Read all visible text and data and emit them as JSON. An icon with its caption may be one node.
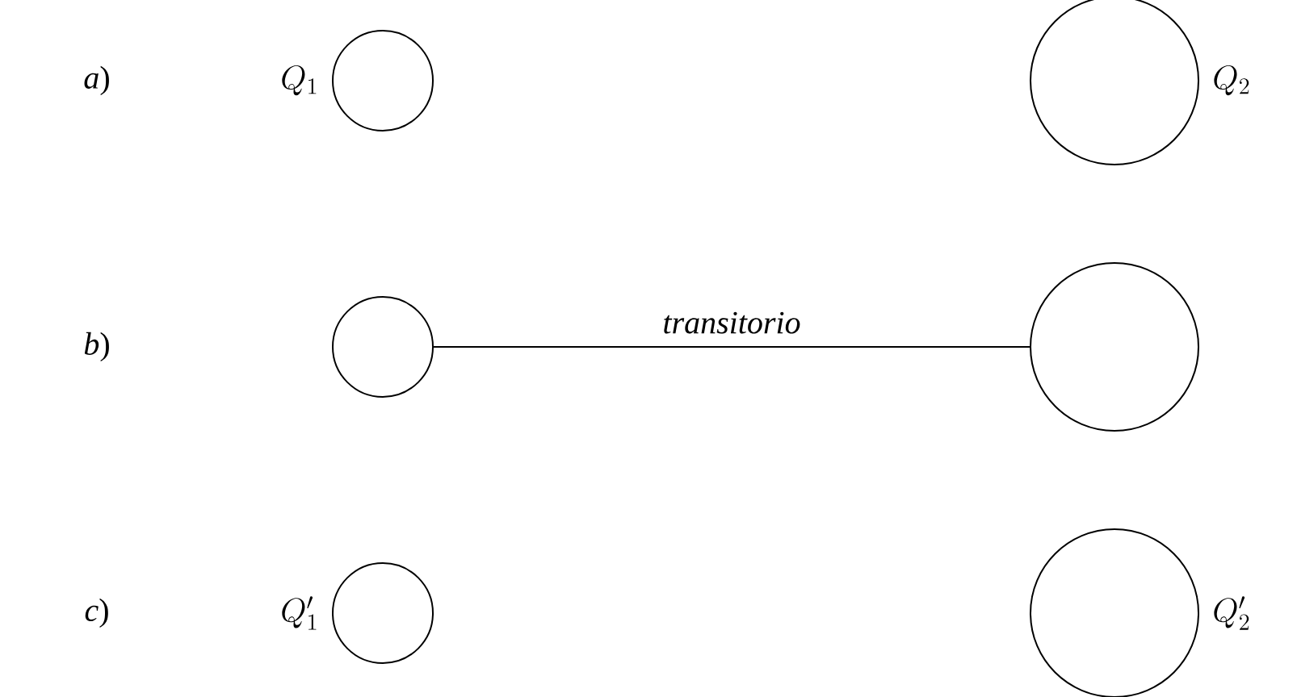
{
  "diagram": {
    "nodes": [
      {
        "text": [],
        "shape": "circle",
        "beside": [
          "Q_1"
        ]
      },
      {
        "text": [],
        "shape": "circle",
        "beside": [
          "Q_2"
        ]
      },
      {
        "text": [],
        "shape": "circle"
      },
      {
        "text": [],
        "shape": "circle"
      },
      {
        "text": [],
        "shape": "circle",
        "beside": [
          "Q'_1"
        ]
      },
      {
        "text": [],
        "shape": "circle",
        "beside": [
          "Q'_2"
        ]
      }
    ],
    "edges": [
      {
        "from": 2,
        "to": 3,
        "arrow": "none",
        "label": "transitorio"
      }
    ],
    "labels": [
      "*a*)",
      "*b*)",
      "*c*)"
    ]
  }
}
